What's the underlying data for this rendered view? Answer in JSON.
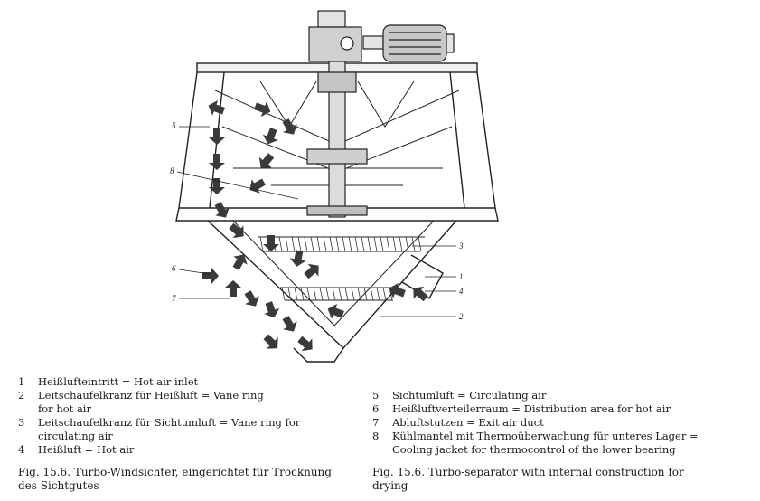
{
  "diagram": {
    "callouts": [
      "5",
      "8",
      "6",
      "7",
      "3",
      "1",
      "4",
      "2"
    ]
  },
  "legend_left": [
    {
      "num": "1",
      "text": "Heißlufteintritt = Hot air inlet"
    },
    {
      "num": "2",
      "text": "Leitschaufelkranz für Heißluft = Vane ring"
    },
    {
      "num": "",
      "text": "for hot air"
    },
    {
      "num": "3",
      "text": "Leitschaufelkranz für Sichtumluft = Vane ring for"
    },
    {
      "num": "",
      "text": "circulating air"
    },
    {
      "num": "4",
      "text": "Heißluft = Hot air"
    }
  ],
  "legend_right": [
    {
      "num": "5",
      "text": "Sichtumluft = Circulating air"
    },
    {
      "num": "6",
      "text": "Heißluftverteilerraum = Distribution area for hot air"
    },
    {
      "num": "7",
      "text": "Abluftstutzen = Exit air duct"
    },
    {
      "num": "8",
      "text": "Kühlmantel mit Thermoüberwachung für unteres Lager ="
    },
    {
      "num": "",
      "text": "Cooling jacket for thermocontrol of the lower bearing"
    }
  ],
  "caption_left": {
    "line1": "Fig. 15.6.  Turbo-Windsichter, eingerichtet für Trocknung",
    "line2": "des Sichtgutes"
  },
  "caption_right": {
    "line1": "Fig. 15.6.  Turbo-separator with internal construction for",
    "line2": "drying"
  }
}
